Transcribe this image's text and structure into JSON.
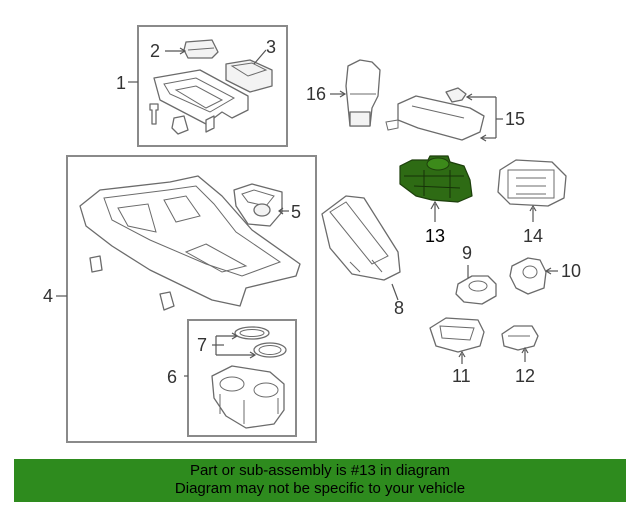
{
  "callouts": [
    {
      "id": "1",
      "text": "1"
    },
    {
      "id": "2",
      "text": "2"
    },
    {
      "id": "3",
      "text": "3"
    },
    {
      "id": "4",
      "text": "4"
    },
    {
      "id": "5",
      "text": "5"
    },
    {
      "id": "6",
      "text": "6"
    },
    {
      "id": "7",
      "text": "7"
    },
    {
      "id": "8",
      "text": "8"
    },
    {
      "id": "9",
      "text": "9"
    },
    {
      "id": "10",
      "text": "10"
    },
    {
      "id": "11",
      "text": "11"
    },
    {
      "id": "12",
      "text": "12"
    },
    {
      "id": "13",
      "text": "13"
    },
    {
      "id": "14",
      "text": "14"
    },
    {
      "id": "15",
      "text": "15"
    },
    {
      "id": "16",
      "text": "16"
    }
  ],
  "highlight": {
    "part": "13",
    "color": "#2e6b14"
  },
  "banner": {
    "line1": "Part or sub-assembly is #13 in diagram",
    "line2": "Diagram may not be specific to your vehicle",
    "color": "#2e8b1e"
  }
}
